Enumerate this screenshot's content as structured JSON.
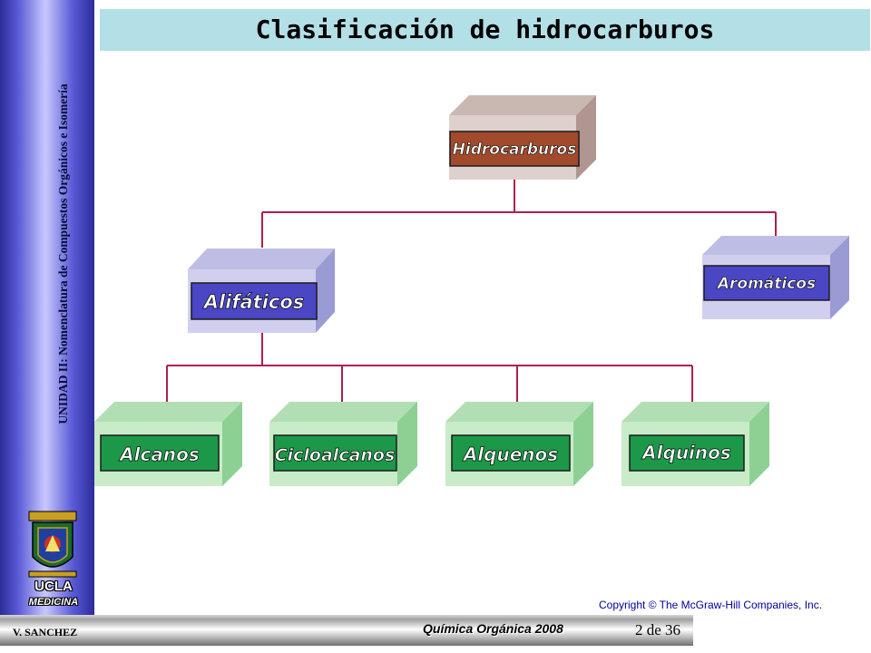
{
  "slide": {
    "title": "Clasificación de hidrocarburos",
    "sidebar_text": "UNIDAD II: Nomenclatura de Compuestos Orgánicos e Isomería",
    "logo_line1": "UCLA",
    "logo_line2": "MEDICINA",
    "copyright": "Copyright © The McGraw-Hill Companies, Inc.",
    "author": "V. SANCHEZ",
    "course": "Química Orgánica  2008",
    "page": "2 de 36"
  },
  "diagram": {
    "root": "Hidrocarburos",
    "branches": [
      "Alifáticos",
      "Aromáticos"
    ],
    "leaves": [
      "Alcanos",
      "Cicloalcanos",
      "Alquenos",
      "Alquinos"
    ]
  },
  "colors": {
    "connector": "#b0204a",
    "root_box": "#a14a2c",
    "branch_box": "#4a46c4",
    "leaf_box": "#1c9848",
    "root_cube": "#ded0cc",
    "branch_cube": "#d0d0ee",
    "leaf_cube": "#c8ecc8"
  }
}
